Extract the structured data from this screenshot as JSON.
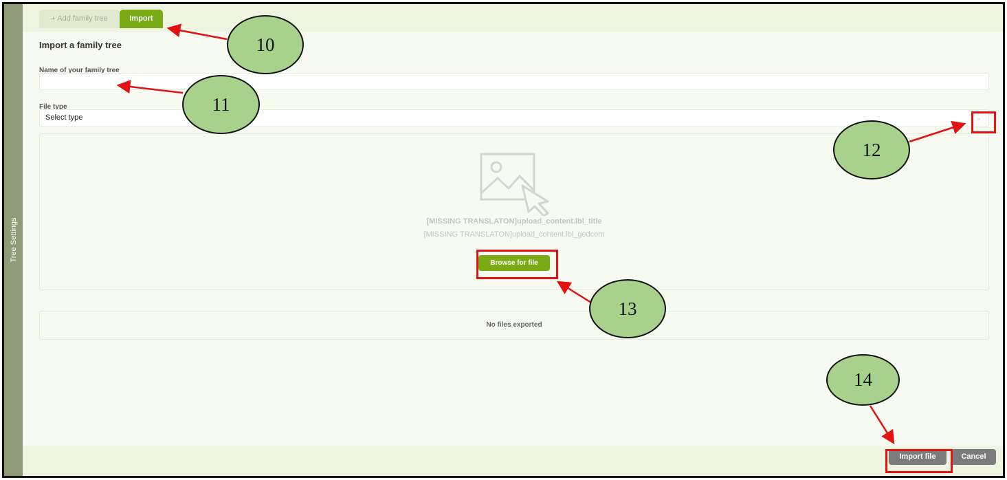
{
  "side_panel": {
    "label": "Tree Settings"
  },
  "tabs": [
    {
      "label": "+ Add family tree",
      "active": false
    },
    {
      "label": "Import",
      "active": true
    }
  ],
  "form": {
    "title": "Import a family tree",
    "name_label": "Name of your family tree",
    "name_value": "",
    "file_type_label": "File type",
    "file_type_value": "Select type"
  },
  "upload": {
    "icon": "image-cursor-icon",
    "title": "[MISSING TRANSLATON]upload_content.lbl_title",
    "subtitle": "[MISSING TRANSLATON]upload_content.lbl_gedcom",
    "browse_label": "Browse for file"
  },
  "files": {
    "empty_text": "No files exported"
  },
  "footer": {
    "import_label": "Import file",
    "cancel_label": "Cancel"
  },
  "annotations": [
    "10",
    "11",
    "12",
    "13",
    "14"
  ],
  "colors": {
    "accent_green": "#7aab14",
    "callout_fill": "#a9d18e",
    "highlight_red": "#e31212",
    "button_gray": "#7b7b7b",
    "sidebar": "#8f9a78"
  }
}
